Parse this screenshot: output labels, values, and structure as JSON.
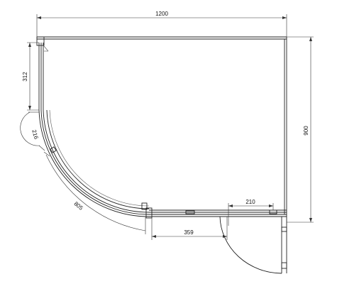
{
  "dimensions": {
    "width_top": "1200",
    "height_right": "900",
    "upper_left_panel": "312",
    "left_arc_small": "216",
    "arc_radius": "805",
    "bottom_panel": "359",
    "bottom_right_segment": "210"
  }
}
